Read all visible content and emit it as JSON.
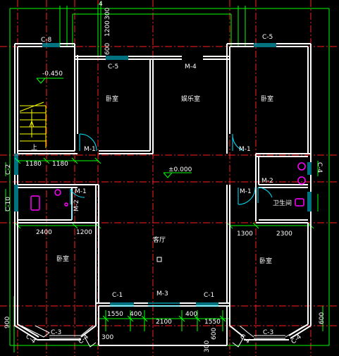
{
  "top_marker": "4",
  "rooms": {
    "bedroom_tl": "卧室",
    "leisure": "娱乐室",
    "bedroom_tr": "卧室",
    "bedroom_bl": "卧室",
    "living": "客厅",
    "bedroom_br": "卧室",
    "bathroom": "卫生间",
    "living_mark": "口"
  },
  "levels": {
    "entry": "-0.450",
    "main": "±0.000"
  },
  "stair_up": "上",
  "labels": {
    "c8": "C-8",
    "c5_left": "C-5",
    "m4": "M-4",
    "c5_right": "C-5",
    "m1_a": "M-1",
    "m1_b": "M-1",
    "m1_c": "M-1",
    "m1_d": "M-1",
    "m2_a": "M-2",
    "m2_b": "M-2",
    "m3": "M-3",
    "c1_a": "C-1",
    "c1_b": "C-1",
    "c2": "C-2",
    "c10": "C-10",
    "c4_right": "C-4",
    "c3_left": "C-3",
    "c3_right": "C-3",
    "c4_bl": "C-4",
    "c4_bm": "C-4",
    "c4_br1": "C-4",
    "c4_br2": "C-4"
  },
  "dims": {
    "top_600": "600",
    "top_1200": "1200",
    "top_300": "300",
    "l_1180a": "1180",
    "l_1180b": "1180",
    "l_2400": "2400",
    "l_1200": "1200",
    "r_1300": "1300",
    "r_2300": "2300",
    "b_1550a": "1550",
    "b_400a": "400",
    "b_2100": "2100",
    "b_400b": "400",
    "b_1550b": "1550",
    "b_300": "300",
    "b_600": "600",
    "b_300v": "300",
    "left_900": "900",
    "right_600": "600"
  },
  "colors": {
    "background": "#000000",
    "wall": "#ffffff",
    "axis": "#ff2020",
    "dimension": "#00ff00",
    "window": "#00e5ff",
    "door": "#00e5ff",
    "fixture": "#ff00ff",
    "hatch": "#ffff00"
  }
}
